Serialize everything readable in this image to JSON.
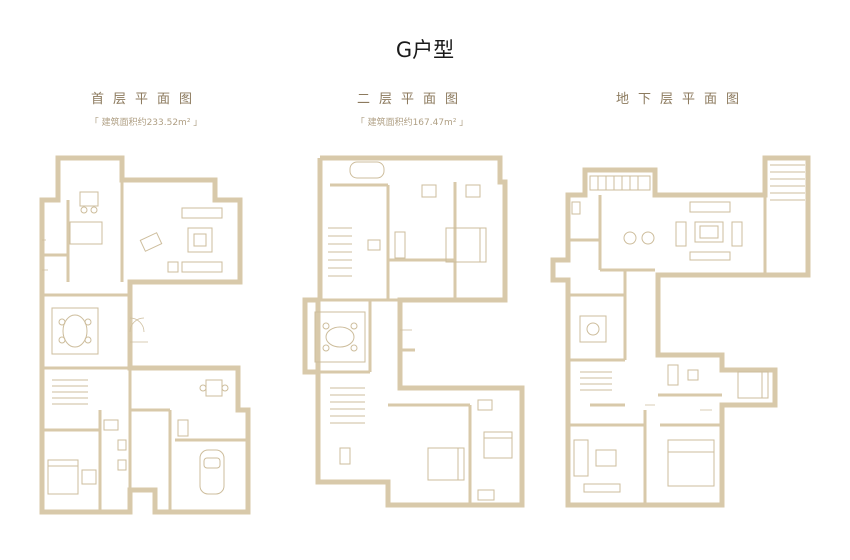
{
  "page": {
    "title": "G户型"
  },
  "floors": [
    {
      "name": "首层平面图",
      "area": "「 建筑面积约233.52m² 」"
    },
    {
      "name": "二层平面图",
      "area": "「 建筑面积约167.47m² 」"
    },
    {
      "name": "地下层平面图",
      "area": ""
    }
  ],
  "colors": {
    "wall": "#d8c9aa",
    "label": "#8c7a5e",
    "furniture": "#cdbd9c"
  }
}
